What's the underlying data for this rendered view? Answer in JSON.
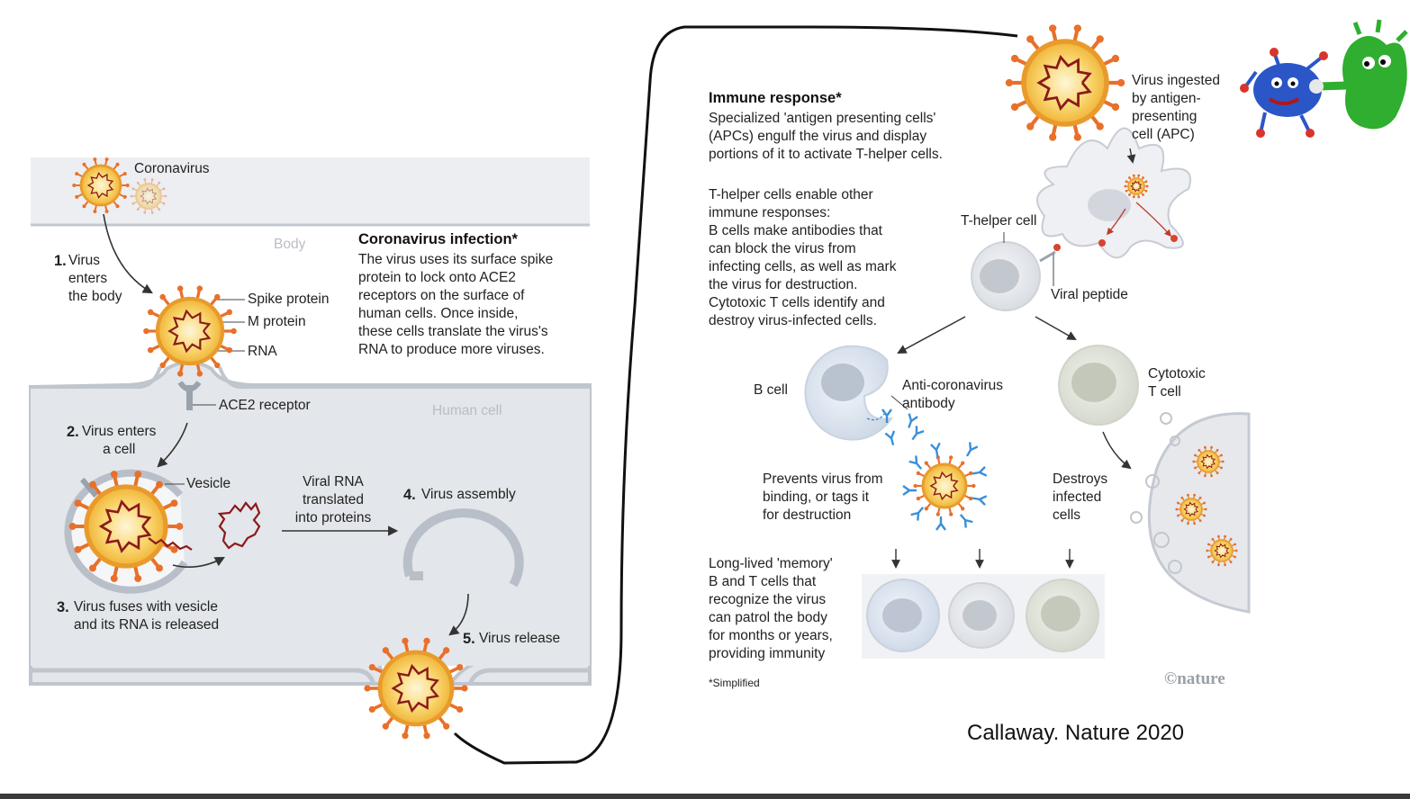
{
  "infection": {
    "coronavirus_label": "Coronavirus",
    "body_label": "Body",
    "human_cell_label": "Human cell",
    "title": "Coronavirus infection*",
    "description": "The virus uses its surface spike\nprotein to lock onto ACE2\nreceptors on the surface of\nhuman cells. Once inside,\nthese cells translate the virus's\nRNA to produce more viruses.",
    "step1_num": "1.",
    "step1_text": "Virus\nenters\nthe body",
    "spike_protein": "Spike protein",
    "m_protein": "M protein",
    "rna": "RNA",
    "ace2": "ACE2 receptor",
    "step2_num": "2.",
    "step2_text": "Virus enters\na cell",
    "vesicle": "Vesicle",
    "viral_rna_translated": "Viral RNA\ntranslated\ninto proteins",
    "step4_num": "4.",
    "step4_text": "Virus assembly",
    "step3_num": "3.",
    "step3_text": "Virus fuses with vesicle\nand its RNA is released",
    "step5_num": "5.",
    "step5_text": "Virus release"
  },
  "immune": {
    "title": "Immune response*",
    "intro": "Specialized 'antigen presenting cells'\n(APCs) engulf the virus and display\nportions of it to activate T-helper cells.",
    "body": "T-helper cells enable other\nimmune responses:\nB cells make antibodies that\ncan block the virus from\ninfecting cells, as well as mark\nthe virus for destruction.\nCytotoxic T cells identify and\ndestroy virus-infected cells.",
    "virus_ingested": "Virus ingested\nby antigen-\npresenting\ncell (APC)",
    "t_helper": "T-helper cell",
    "viral_peptide": "Viral peptide",
    "b_cell": "B cell",
    "antibody": "Anti-coronavirus\nantibody",
    "cytotoxic": "Cytotoxic\nT cell",
    "prevents": "Prevents virus from\nbinding, or tags it\nfor destruction",
    "destroys": "Destroys\ninfected\ncells",
    "memory": "Long-lived 'memory'\nB and T cells that\nrecognize the virus\ncan patrol the body\nfor months or years,\nproviding immunity",
    "simplified": "*Simplified",
    "nature_logo": "©nature"
  },
  "citation": "Callaway. Nature 2020",
  "colors": {
    "virus_fill": "#f6c24a",
    "virus_ring": "#e89b2c",
    "spike": "#e8702a",
    "rna": "#8b1a1a",
    "cell_fill": "#e4e7ec",
    "membrane": "#b8bec8",
    "antibody": "#3a8fd8",
    "cartoon_blue": "#2b56c8",
    "cartoon_green": "#2fae2f"
  }
}
